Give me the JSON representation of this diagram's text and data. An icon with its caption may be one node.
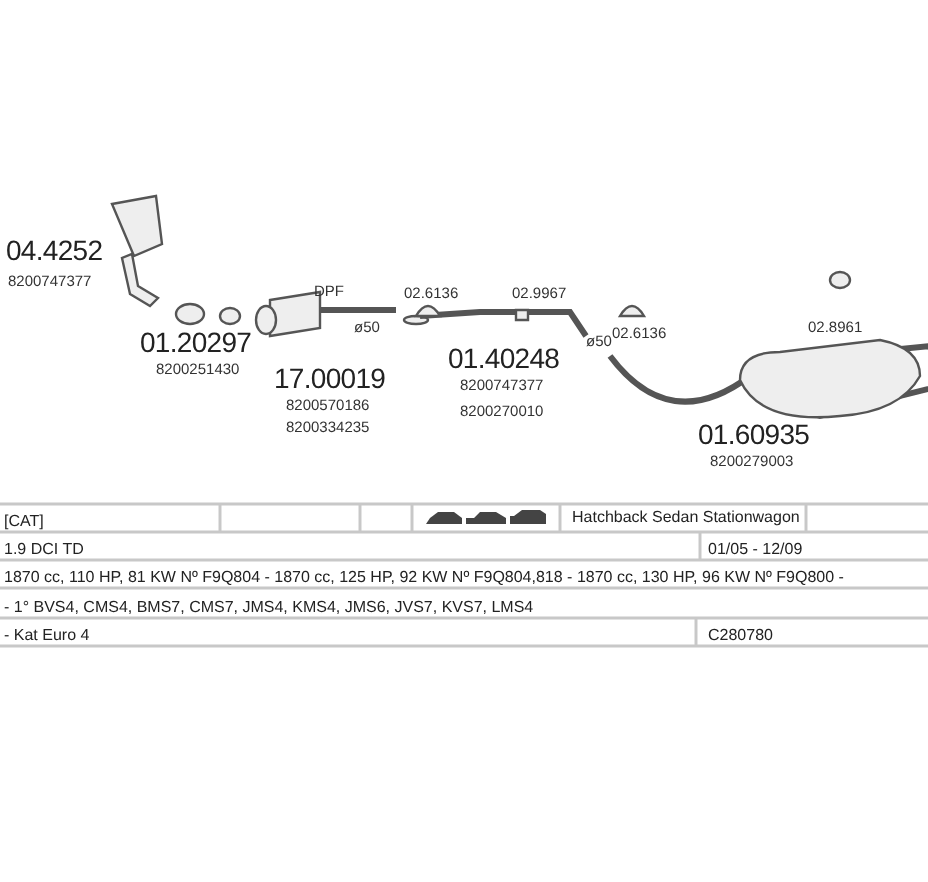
{
  "diagram": {
    "labels": [
      "04.4252",
      "8200747377",
      "01.20297",
      "8200251430",
      "DPF",
      "ø50",
      "17.00019",
      "8200570186",
      "8200334235",
      "02.6136",
      "02.9967",
      "01.40248",
      "8200747377",
      "8200270010",
      "ø50",
      "02.6136",
      "02.8961",
      "01.60935",
      "8200279003",
      "[CAT]",
      "Hatchback Sedan Stationwagon",
      "1.9 DCI TD",
      "01/05 - 12/09",
      "1870 cc, 110 HP, 81 KW Nº F9Q804 - 1870 cc, 125 HP, 92 KW Nº F9Q804,818 - 1870 cc, 130 HP, 96 KW Nº F9Q800 -",
      "- 1° BVS4, CMS4, BMS7, CMS7, JMS4, KMS4, JMS6, JVS7, KVS7, LMS4",
      "- Kat Euro 4",
      "C280780"
    ]
  }
}
